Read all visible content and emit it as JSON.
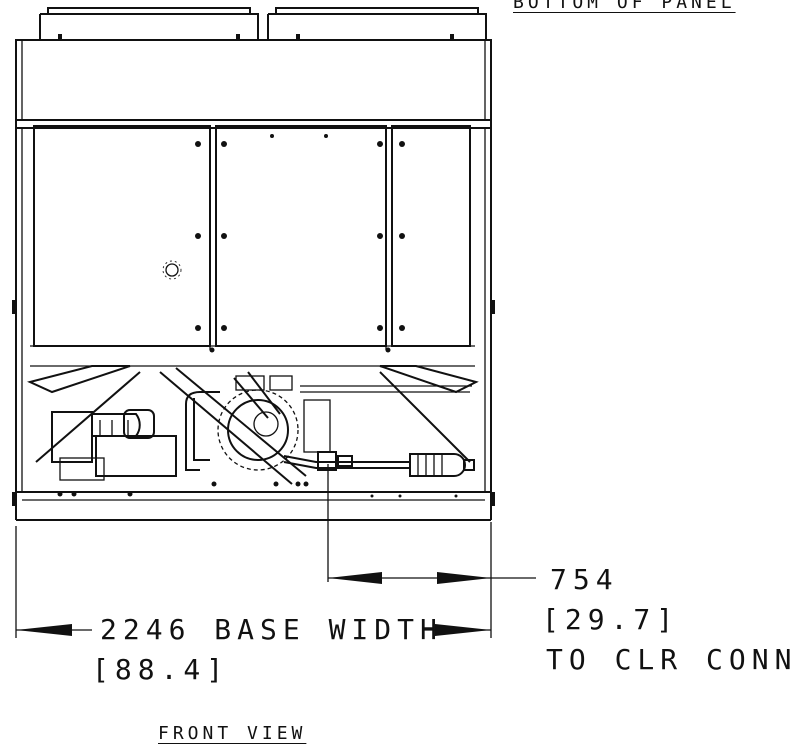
{
  "labels": {
    "top_right": "BOTTOM OF PANEL",
    "dim_754": "754",
    "dim_754_in": "[29.7]",
    "to_clr_conn": "TO CLR CONN.",
    "base_width": "2246 BASE WIDTH",
    "base_width_in": "[88.4]",
    "front_view": "FRONT VIEW"
  }
}
